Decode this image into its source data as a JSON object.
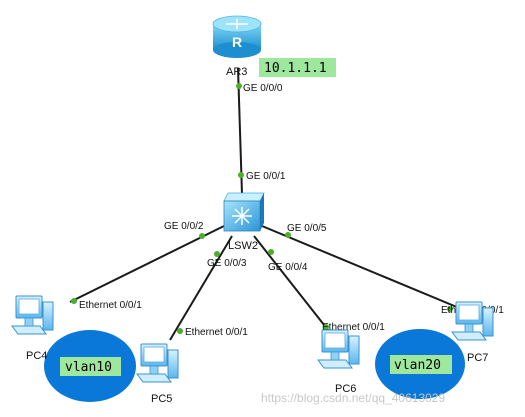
{
  "router": {
    "name": "AR3",
    "ip": "10.1.1.1",
    "port": "GE 0/0/0",
    "icon": "router-icon"
  },
  "switch": {
    "name": "LSW2",
    "icon": "switch-icon",
    "ports": {
      "uplink": "GE 0/0/1",
      "pc4": "GE 0/0/2",
      "pc5": "GE 0/0/3",
      "pc6": "GE 0/0/4",
      "pc7": "GE 0/0/5"
    }
  },
  "pcs": {
    "pc4": {
      "name": "PC4",
      "port": "Ethernet 0/0/1"
    },
    "pc5": {
      "name": "PC5",
      "port": "Ethernet 0/0/1"
    },
    "pc6": {
      "name": "PC6",
      "port": "Ethernet 0/0/1"
    },
    "pc7": {
      "name": "PC7",
      "port": "Ethernet 0/0/1"
    }
  },
  "vlans": [
    {
      "label": "vlan10",
      "color": "#0a78d8",
      "box": "#9ee89e"
    },
    {
      "label": "vlan20",
      "color": "#0a78d8",
      "box": "#9ee89e"
    }
  ],
  "colors": {
    "link": "#1a1a1a",
    "port_dot": "#4caf2a",
    "ip_box": "#9ee89e"
  },
  "watermark": "https://blog.csdn.net/qq_40613029"
}
